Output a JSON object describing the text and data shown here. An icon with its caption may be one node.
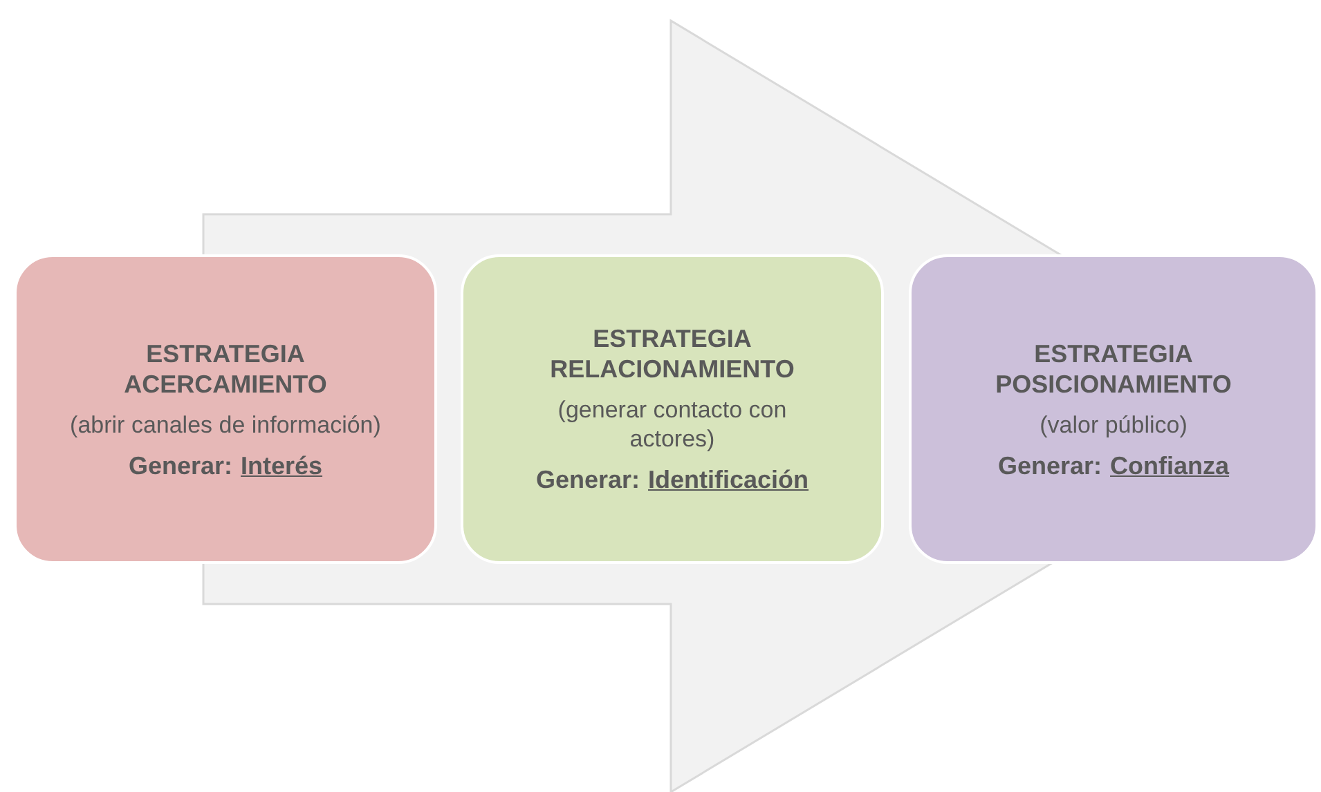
{
  "diagram": {
    "nodes": [
      {
        "text": [
          "ESTRATEGIA ACERCAMIENTO",
          "(abrir canales de información)",
          "Generar:",
          "Interés"
        ]
      },
      {
        "text": [
          "ESTRATEGIA RELACIONAMIENTO",
          "(generar contacto con actores)",
          "Generar:",
          "Identificación"
        ]
      },
      {
        "text": [
          "ESTRATEGIA POSICIONAMIENTO",
          "(valor público)",
          "Generar:",
          "Confianza"
        ]
      }
    ],
    "edges": [
      {
        "from": 0,
        "to": 2,
        "arrow": "to"
      }
    ]
  }
}
